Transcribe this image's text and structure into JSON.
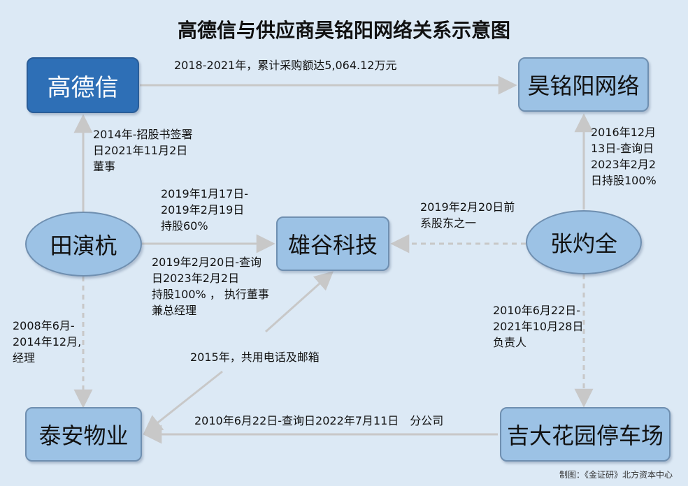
{
  "title": "高德信与供应商昊铭阳网络关系示意图",
  "nodes": {
    "gaodexin": "高德信",
    "haomingyang": "昊铭阳网络",
    "tianyanhang": "田演杭",
    "xionggu": "雄谷科技",
    "zhangzhuoquan": "张灼全",
    "taian": "泰安物业",
    "jida": "吉大花园停车场"
  },
  "edges": {
    "gdx_hmy": "2018-2021年，累计采购额达5,064.12万元",
    "tyh_gdx": [
      "2014年-招股书签署",
      "日2021年11月2日",
      "董事"
    ],
    "tyh_xg_top": [
      "2019年1月17日-",
      "2019年2月19日",
      "持股60%"
    ],
    "tyh_xg_bottom": [
      "2019年2月20日-查询",
      "日2023年2月2日",
      "持股100% ， 执行董事",
      "兼总经理"
    ],
    "zzq_hmy": [
      "2016年12月",
      "13日-查询日",
      "2023年2月2",
      "日持股100%"
    ],
    "zzq_xg": [
      "2019年2月20日前",
      "系股东之一"
    ],
    "tyh_ta": [
      "2008年6月-",
      "2014年12月,",
      "经理"
    ],
    "zzq_jd": [
      "2010年6月22日-",
      "2021年10月28日",
      "负责人"
    ],
    "shared": "2015年，共用电话及邮箱",
    "jd_ta": "2010年6月22日-查询日2022年7月11日　分公司"
  },
  "credit": "制图：《金证研》北方资本中心",
  "colors": {
    "background": "#dce9f5",
    "node_fill": "#9cc2e5",
    "primary_fill": "#2e6fb6",
    "arrow": "#c8c8c8"
  }
}
